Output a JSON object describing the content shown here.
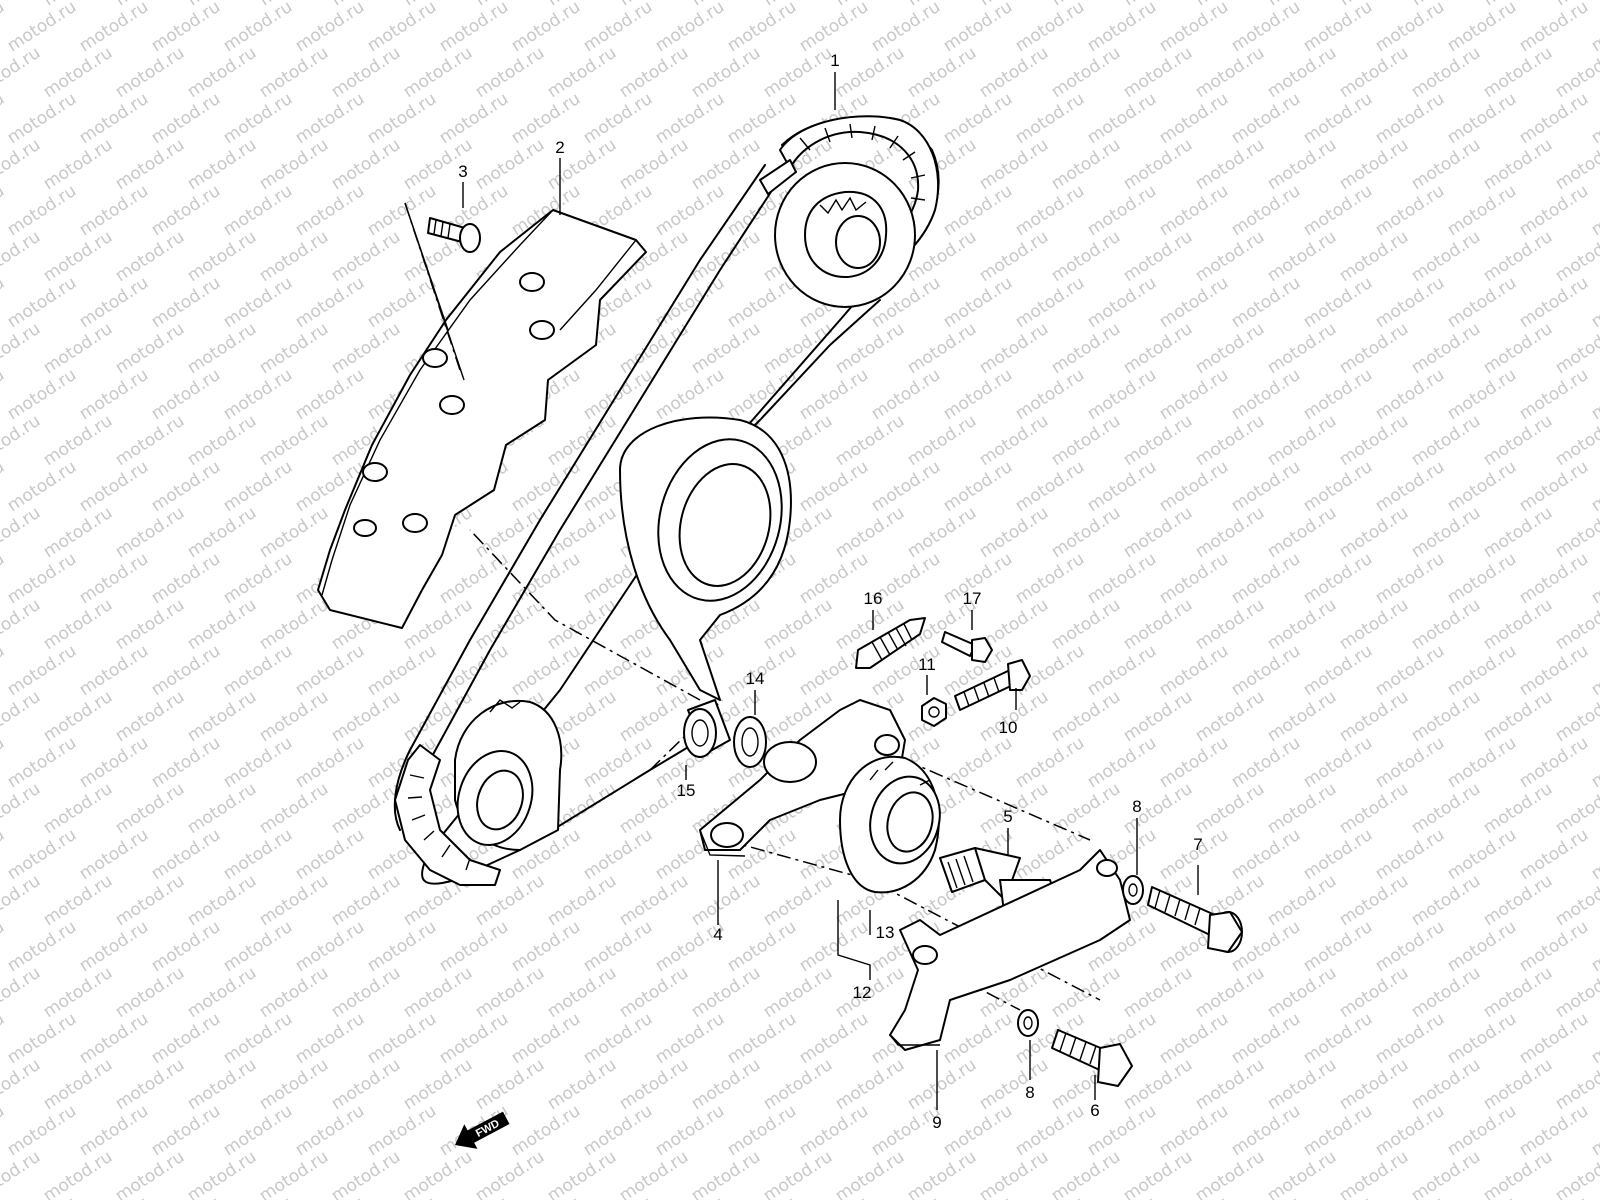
{
  "watermark": {
    "text": "motod.ru",
    "color": "#c8c8c8"
  },
  "fwd_label": "FWD",
  "callouts": [
    {
      "id": "1",
      "label": "1"
    },
    {
      "id": "2",
      "label": "2"
    },
    {
      "id": "3",
      "label": "3"
    },
    {
      "id": "4",
      "label": "4"
    },
    {
      "id": "5",
      "label": "5"
    },
    {
      "id": "6",
      "label": "6"
    },
    {
      "id": "7",
      "label": "7"
    },
    {
      "id": "8a",
      "label": "8"
    },
    {
      "id": "8b",
      "label": "8"
    },
    {
      "id": "9",
      "label": "9"
    },
    {
      "id": "10",
      "label": "10"
    },
    {
      "id": "11",
      "label": "11"
    },
    {
      "id": "12",
      "label": "12"
    },
    {
      "id": "13",
      "label": "13"
    },
    {
      "id": "14",
      "label": "14"
    },
    {
      "id": "15",
      "label": "15"
    },
    {
      "id": "16",
      "label": "16"
    },
    {
      "id": "17",
      "label": "17"
    }
  ]
}
